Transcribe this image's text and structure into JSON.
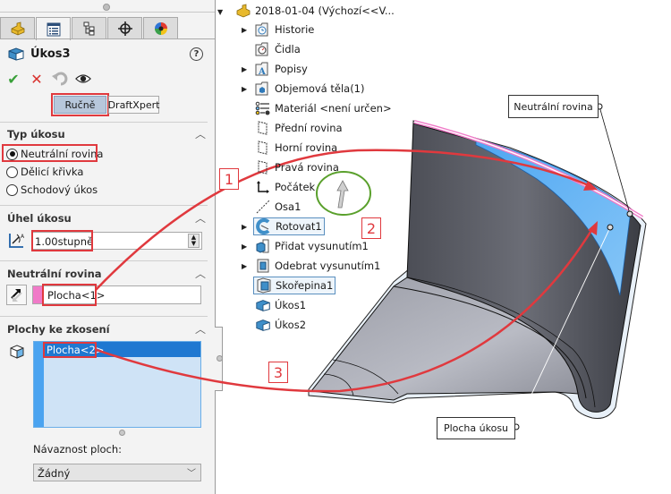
{
  "property_manager": {
    "tabs": [
      {
        "name": "feature-manager",
        "icon": "part-icon"
      },
      {
        "name": "property-manager",
        "icon": "property-list-icon",
        "active": true
      },
      {
        "name": "configuration-manager",
        "icon": "config-tree-icon"
      },
      {
        "name": "dimxpert-manager",
        "icon": "crosshair-icon"
      },
      {
        "name": "display-manager",
        "icon": "color-wheel-icon"
      }
    ],
    "title": "Úkos3",
    "help_icon": "?",
    "actions": {
      "ok": "✔",
      "cancel": "✕",
      "undo": "undo",
      "preview": "eye"
    },
    "mode_buttons": {
      "manual": "Ručně",
      "draftxpert": "DraftXpert"
    },
    "draft_type": {
      "header": "Typ úkosu",
      "options": [
        {
          "label": "Neutrální rovina",
          "selected": true
        },
        {
          "label": "Dělicí křivka",
          "selected": false
        },
        {
          "label": "Schodový úkos",
          "selected": false
        }
      ]
    },
    "draft_angle": {
      "header": "Úhel úkosu",
      "value": "1.00stupně"
    },
    "neutral_plane": {
      "header": "Neutrální rovina",
      "value": "Plocha<1>",
      "swatch_color": "#f07ac8"
    },
    "faces_to_draft": {
      "header": "Plochy ke zkosení",
      "items": [
        "Plocha<2>"
      ]
    },
    "face_propagation": {
      "label": "Návaznost ploch:",
      "value": "Žádný"
    }
  },
  "feature_tree": {
    "root": "2018-01-04  (Výchozí<<V...",
    "items": [
      {
        "label": "Historie",
        "icon": "history-folder-icon",
        "expandable": true
      },
      {
        "label": "Čidla",
        "icon": "sensors-folder-icon",
        "expandable": false
      },
      {
        "label": "Popisy",
        "icon": "annotations-folder-icon",
        "expandable": true
      },
      {
        "label": "Objemová těla(1)",
        "icon": "solid-bodies-folder-icon",
        "expandable": true
      },
      {
        "label": "Materiál <není určen>",
        "icon": "material-icon",
        "expandable": false
      },
      {
        "label": "Přední rovina",
        "icon": "plane-icon",
        "expandable": false
      },
      {
        "label": "Horní rovina",
        "icon": "plane-icon",
        "expandable": false
      },
      {
        "label": "Pravá rovina",
        "icon": "plane-icon",
        "expandable": false
      },
      {
        "label": "Počátek",
        "icon": "origin-icon",
        "expandable": false
      },
      {
        "label": "Osa1",
        "icon": "axis-icon",
        "expandable": false
      },
      {
        "label": "Rotovat1",
        "icon": "revolve-icon",
        "expandable": true,
        "selected": true
      },
      {
        "label": "Přidat vysunutím1",
        "icon": "extrude-boss-icon",
        "expandable": true
      },
      {
        "label": "Odebrat vysunutím1",
        "icon": "extrude-cut-icon",
        "expandable": true
      },
      {
        "label": "Skořepina1",
        "icon": "shell-icon",
        "expandable": false,
        "selected": true
      },
      {
        "label": "Úkos1",
        "icon": "draft-icon",
        "expandable": false
      },
      {
        "label": "Úkos2",
        "icon": "draft-icon",
        "expandable": false
      }
    ]
  },
  "viewport": {
    "callouts": {
      "neutral_plane": "Neutrální rovina",
      "draft_face": "Plocha úkosu"
    },
    "step_labels": [
      "1",
      "2",
      "3"
    ],
    "colors": {
      "annotation_red": "#e0393e",
      "neutral_plane_pink": "#f07ac8",
      "draft_face_blue": "#5fb0f5",
      "model_gray": "#5c5e66",
      "green_circle": "#5aa02c"
    }
  }
}
